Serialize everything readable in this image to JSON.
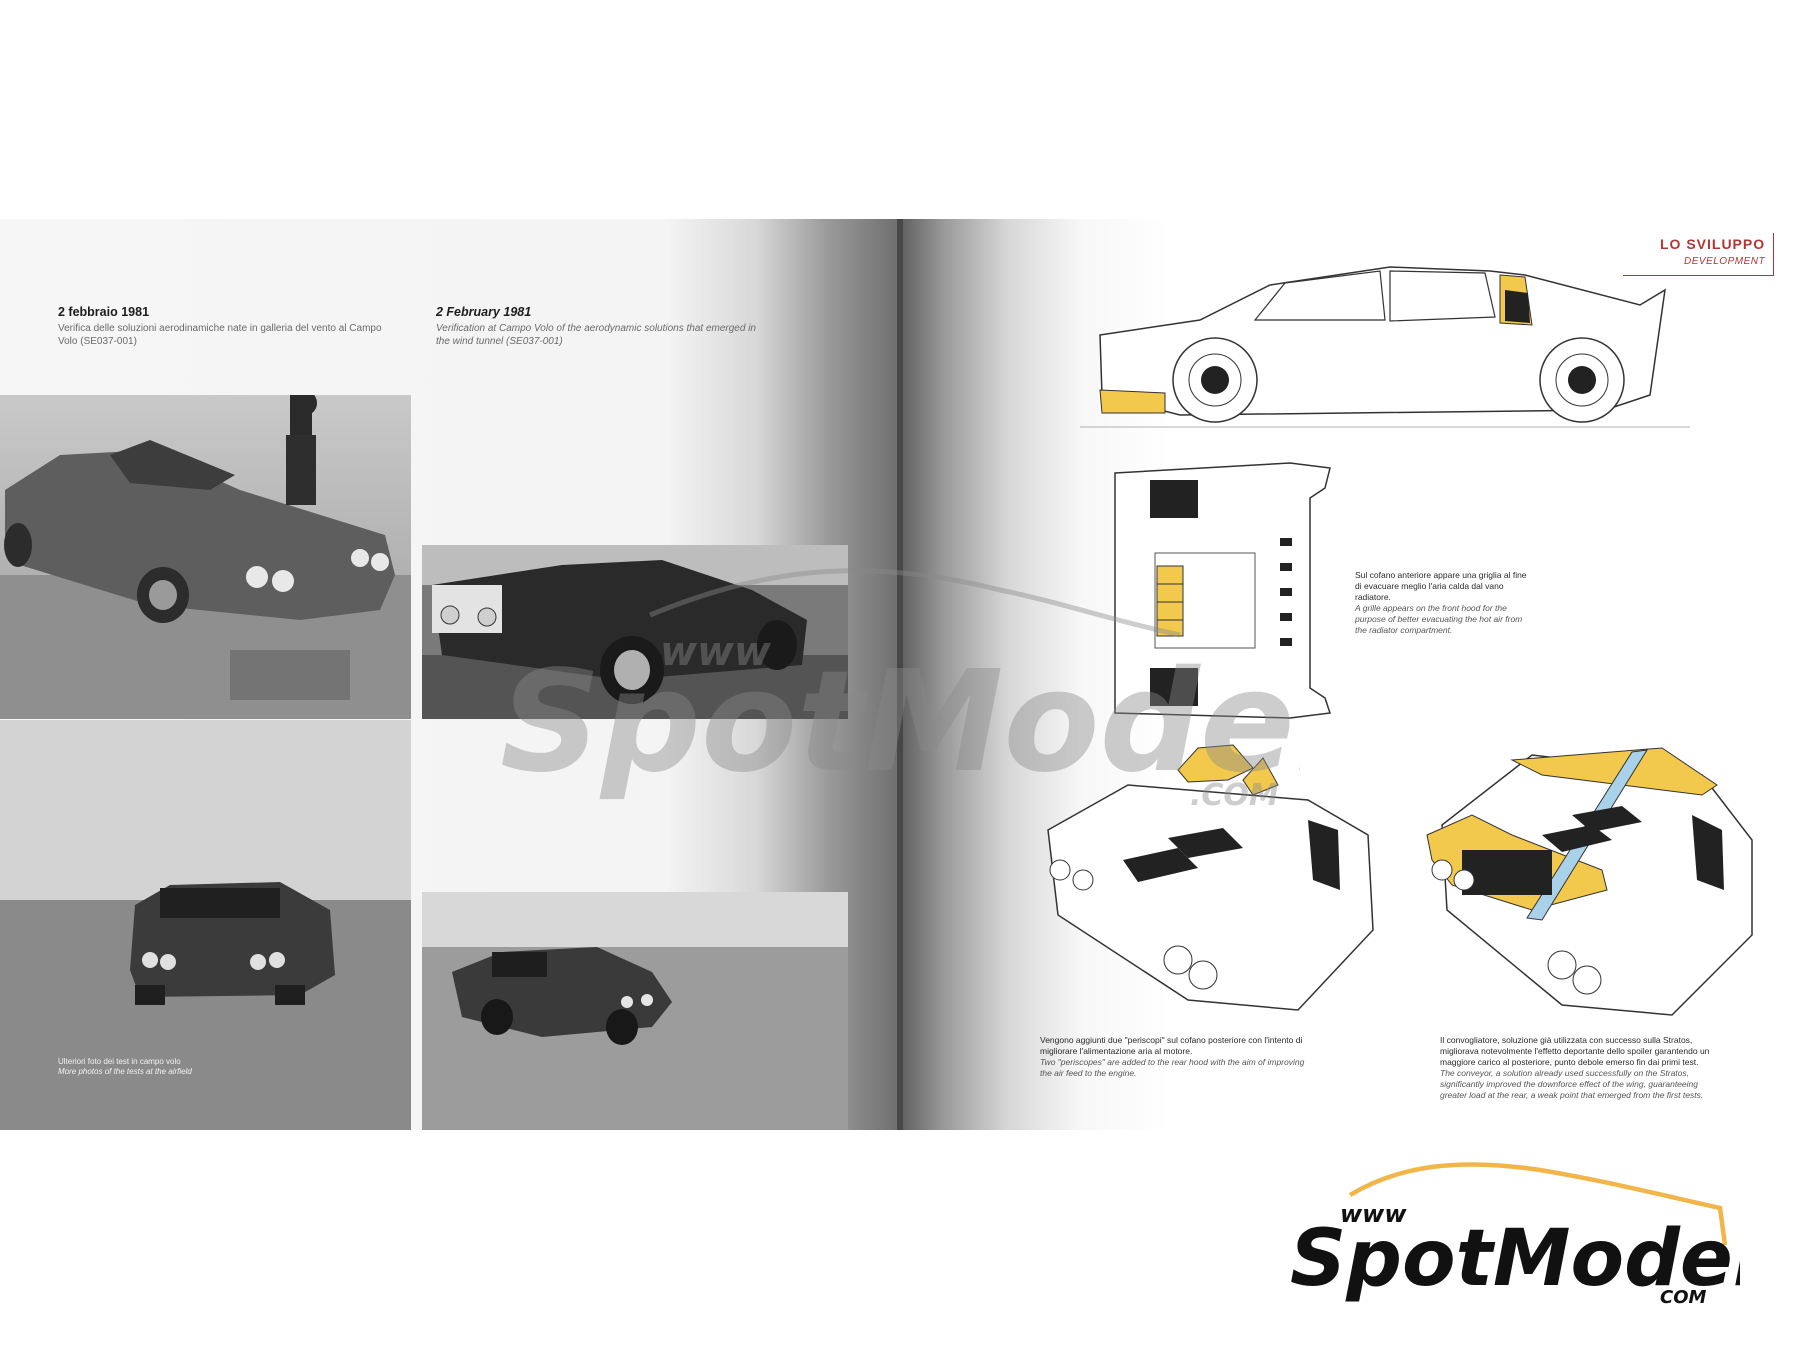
{
  "left_page": {
    "caption_italian": {
      "date": "2 febbraio 1981",
      "text": "Verifica delle soluzioni aerodinamiche nate in galleria del vento al Campo Volo (SE037-001)"
    },
    "caption_english": {
      "date": "2 February 1981",
      "text": "Verification at Campo Volo of the aerodynamic solutions that emerged in the wind tunnel (SE037-001)"
    },
    "photo_caption": {
      "it": "Ulteriori foto dei test in campo volo",
      "en": "More photos of the tests at the airfield"
    }
  },
  "right_page": {
    "section_title": "LO SVILUPPO",
    "section_subtitle": "DEVELOPMENT",
    "note_grille": {
      "it": "Sul cofano anteriore appare una griglia al fine di evacuare meglio l'aria calda dal vano radiatore.",
      "en": "A grille appears on the front hood for the purpose of better evacuating the hot air from the radiator compartment."
    },
    "note_periscopes": {
      "it": "Vengono aggiunti due \"periscopi\" sul cofano posteriore con l'intento di migliorare l'alimentazione aria al motore.",
      "en": "Two \"periscopes\" are added to the rear hood with the aim of improving the air feed to the engine."
    },
    "note_wing": {
      "it": "Il convogliatore, soluzione già utilizzata con successo sulla Stratos, migliorava notevolmente l'effetto deportante dello spoiler garantendo un maggiore carico al posteriore, punto debole emerso fin dai primi test.",
      "en": "The conveyor, a solution already used successfully on the Stratos, significantly improved the downforce effect of the wing, guaranteeing greater load at the rear, a weak point that emerged from the first tests."
    }
  },
  "watermark": {
    "prefix": "www",
    "name": "SpotModel",
    "suffix": ".COM"
  },
  "logo": {
    "prefix": "www",
    "name": "SpotModel",
    "suffix": "COM"
  },
  "colors": {
    "accent_yellow": "#f2c94c",
    "section_red": "#b23535",
    "light_blue": "#a9d2ea"
  }
}
